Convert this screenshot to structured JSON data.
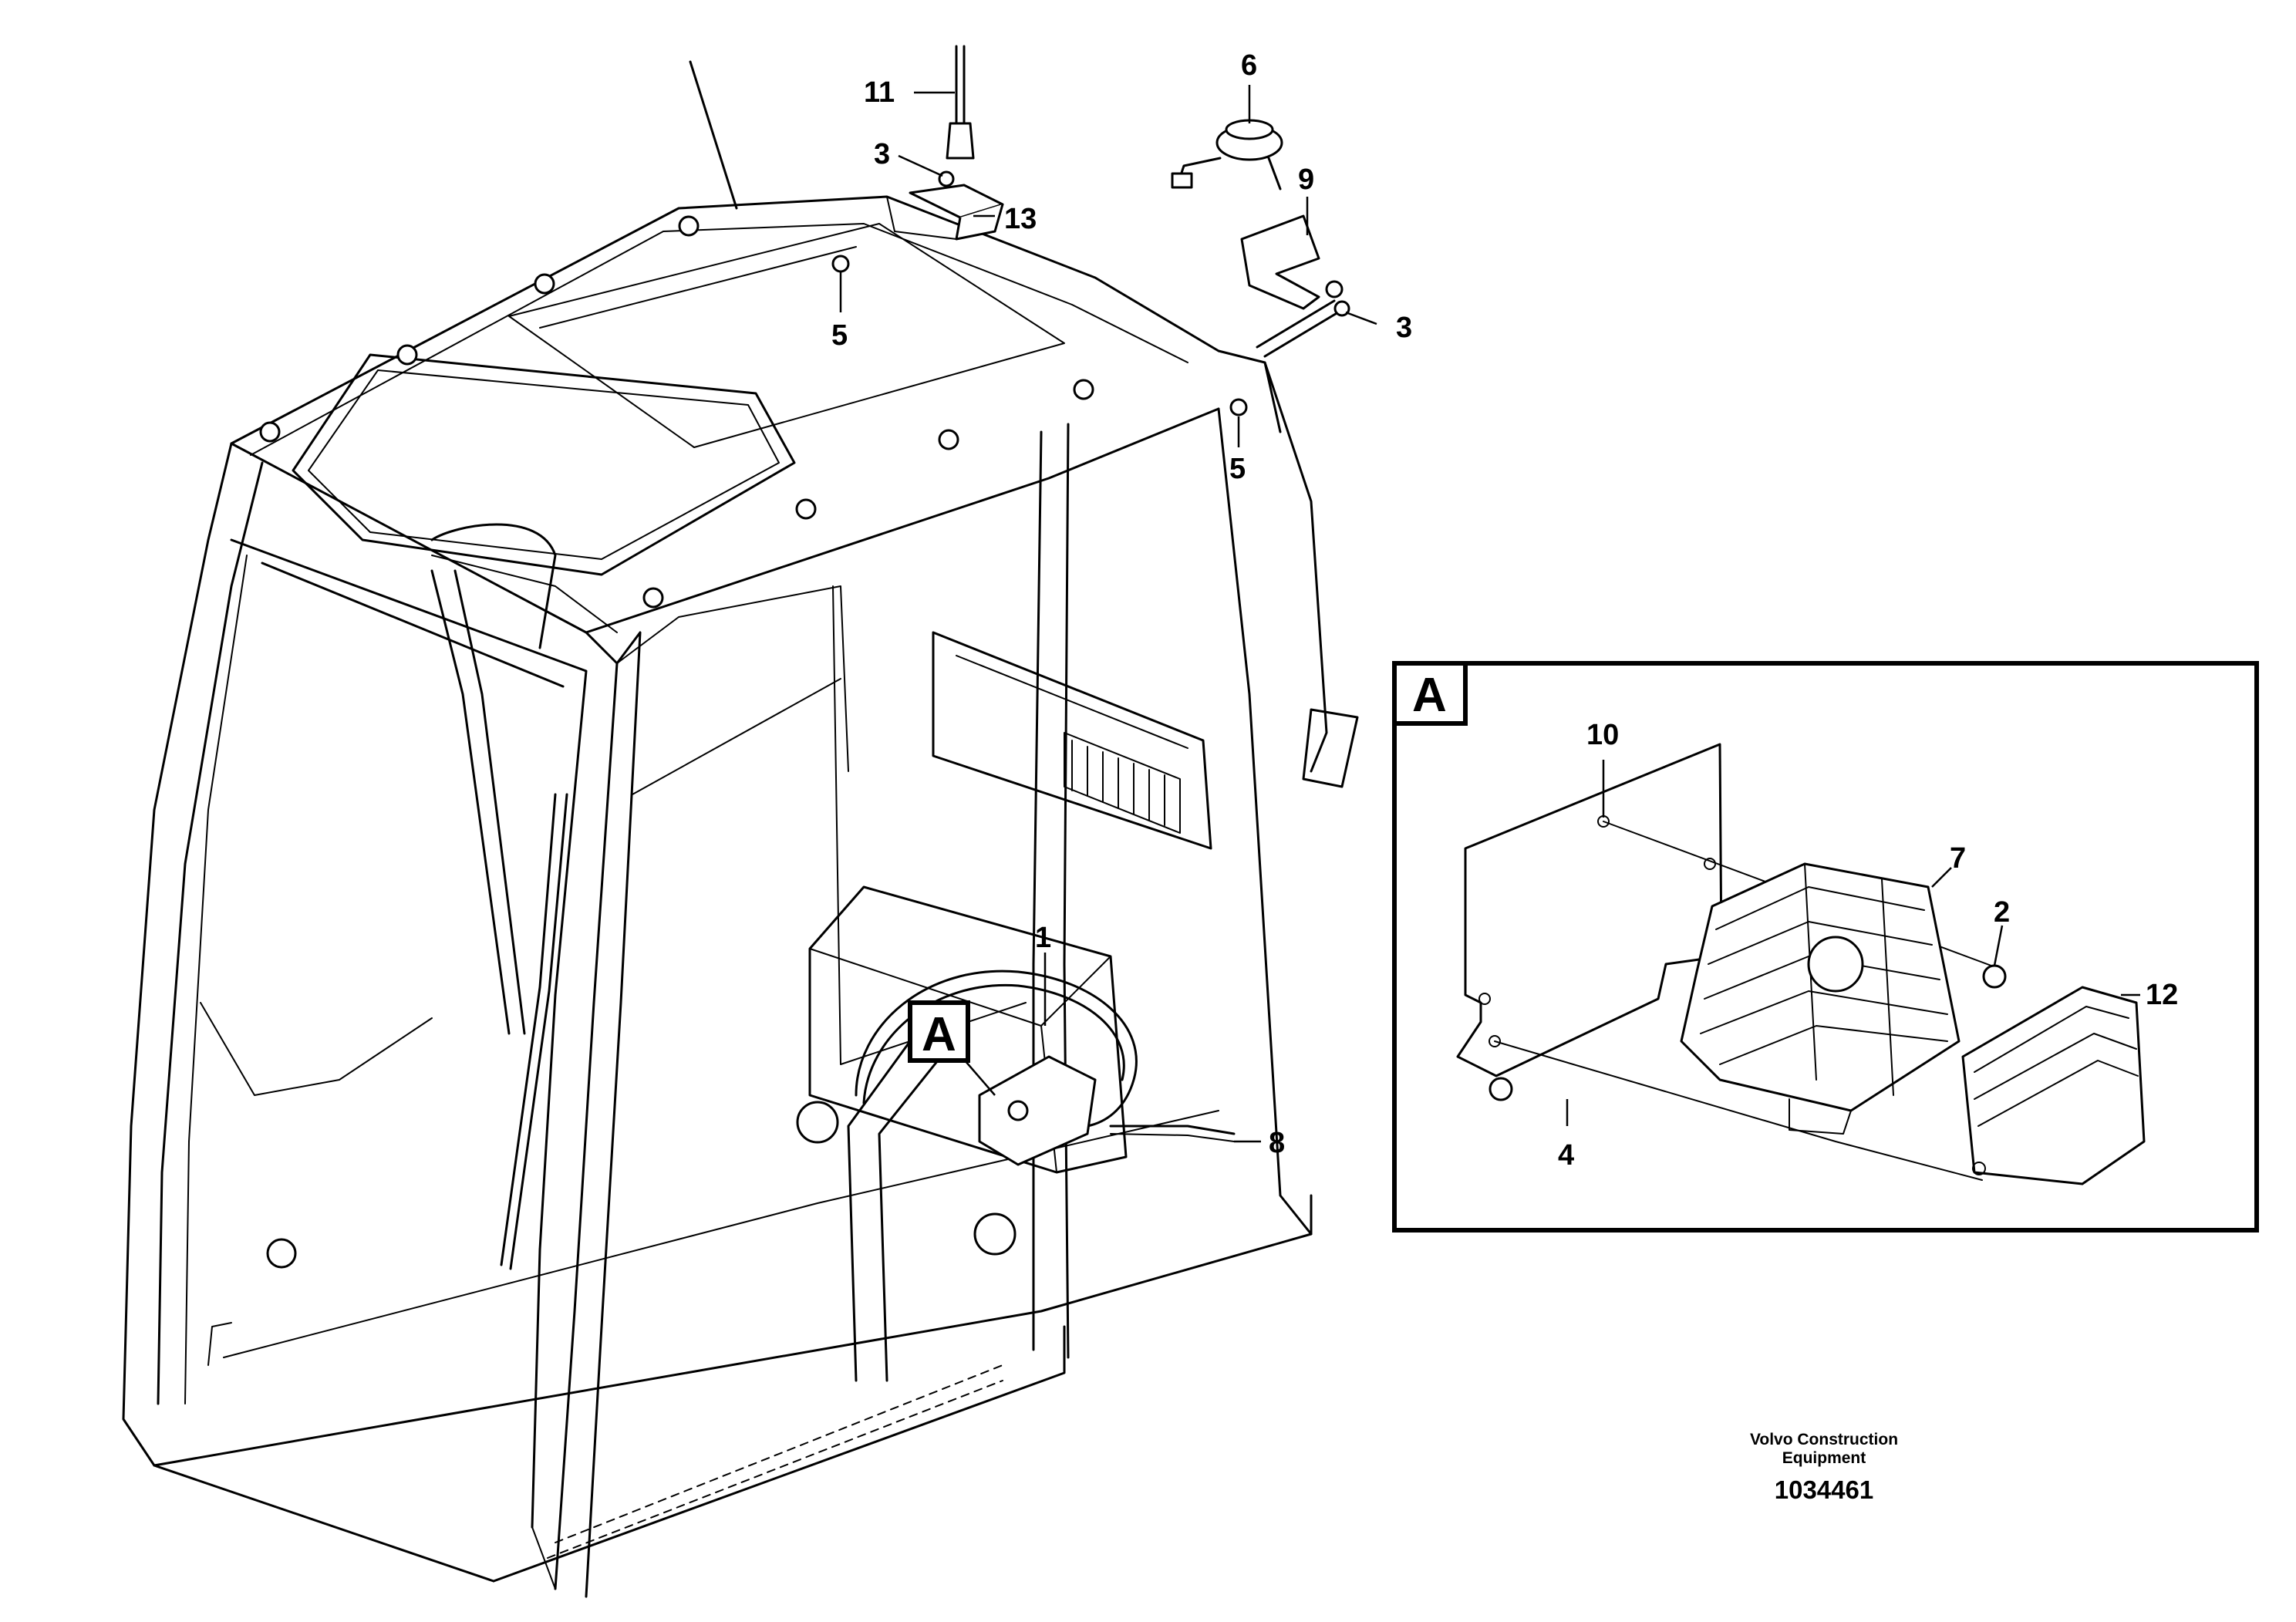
{
  "callouts": {
    "c1": "1",
    "c2": "2",
    "c3a": "3",
    "c3b": "3",
    "c4": "4",
    "c5a": "5",
    "c5b": "5",
    "c6": "6",
    "c7": "7",
    "c8": "8",
    "c9": "9",
    "c10": "10",
    "c11": "11",
    "c12": "12",
    "c13": "13"
  },
  "detail": {
    "tag_main": "A",
    "tag_inset": "A"
  },
  "caption": {
    "line1": "Volvo Construction",
    "line2": "Equipment",
    "docnum": "1034461"
  }
}
